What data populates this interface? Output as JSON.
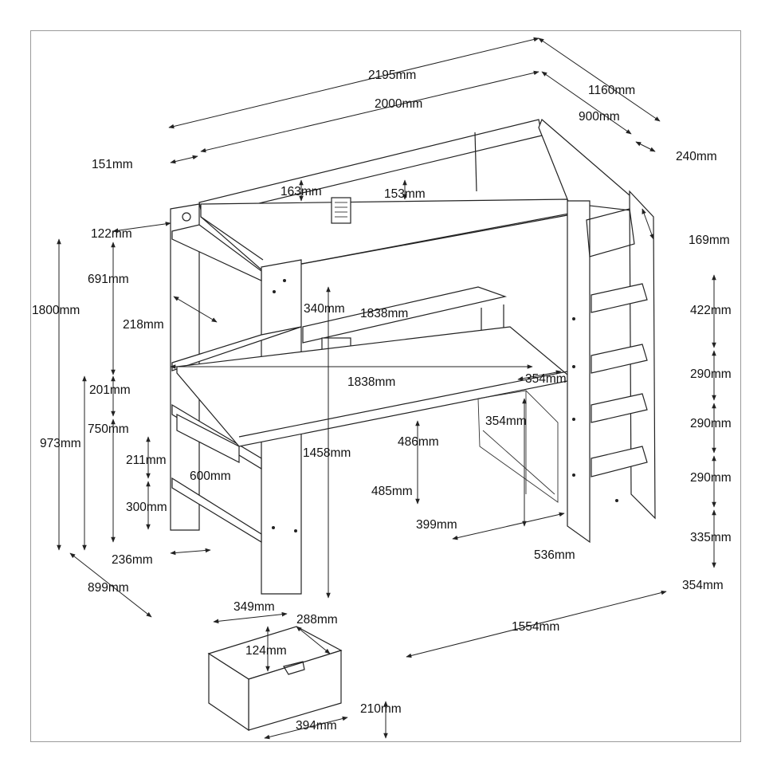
{
  "dimensions": [
    {
      "id": "d2195",
      "text": "2195mm"
    },
    {
      "id": "d1160",
      "text": "1160mm"
    },
    {
      "id": "d2000",
      "text": "2000mm"
    },
    {
      "id": "d900",
      "text": "900mm"
    },
    {
      "id": "d151",
      "text": "151mm"
    },
    {
      "id": "d240",
      "text": "240mm"
    },
    {
      "id": "d163",
      "text": "163mm"
    },
    {
      "id": "d153",
      "text": "153mm"
    },
    {
      "id": "d122",
      "text": "122mm"
    },
    {
      "id": "d169",
      "text": "169mm"
    },
    {
      "id": "d1800",
      "text": "1800mm"
    },
    {
      "id": "d691",
      "text": "691mm"
    },
    {
      "id": "d340",
      "text": "340mm"
    },
    {
      "id": "d1838a",
      "text": "1838mm"
    },
    {
      "id": "d422",
      "text": "422mm"
    },
    {
      "id": "d218",
      "text": "218mm"
    },
    {
      "id": "d201",
      "text": "201mm"
    },
    {
      "id": "d1838b",
      "text": "1838mm"
    },
    {
      "id": "d354a",
      "text": "354mm"
    },
    {
      "id": "d290a",
      "text": "290mm"
    },
    {
      "id": "d750",
      "text": "750mm"
    },
    {
      "id": "d973",
      "text": "973mm"
    },
    {
      "id": "d354b",
      "text": "354mm"
    },
    {
      "id": "d486",
      "text": "486mm"
    },
    {
      "id": "d290b",
      "text": "290mm"
    },
    {
      "id": "d211",
      "text": "211mm"
    },
    {
      "id": "d1458",
      "text": "1458mm"
    },
    {
      "id": "d600",
      "text": "600mm"
    },
    {
      "id": "d485",
      "text": "485mm"
    },
    {
      "id": "d290c",
      "text": "290mm"
    },
    {
      "id": "d300",
      "text": "300mm"
    },
    {
      "id": "d399",
      "text": "399mm"
    },
    {
      "id": "d335",
      "text": "335mm"
    },
    {
      "id": "d236",
      "text": "236mm"
    },
    {
      "id": "d536",
      "text": "536mm"
    },
    {
      "id": "d899",
      "text": "899mm"
    },
    {
      "id": "d354c",
      "text": "354mm"
    },
    {
      "id": "d349",
      "text": "349mm"
    },
    {
      "id": "d288",
      "text": "288mm"
    },
    {
      "id": "d1554",
      "text": "1554mm"
    },
    {
      "id": "d124",
      "text": "124mm"
    },
    {
      "id": "d210",
      "text": "210mm"
    },
    {
      "id": "d394",
      "text": "394mm"
    }
  ]
}
